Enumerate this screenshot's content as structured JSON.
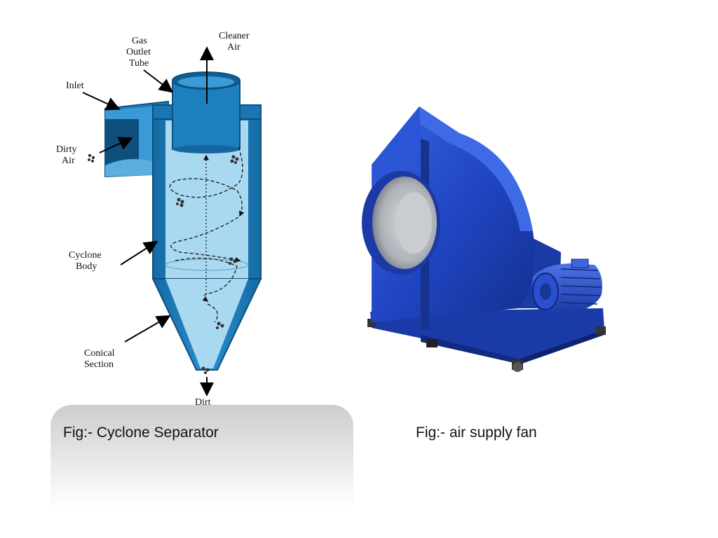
{
  "cyclone": {
    "labels": {
      "gas_outlet_1": "Gas",
      "gas_outlet_2": "Outlet",
      "gas_outlet_3": "Tube",
      "cleaner_1": "Cleaner",
      "cleaner_2": "Air",
      "inlet": "Inlet",
      "dirty_1": "Dirty",
      "dirty_2": "Air",
      "body_1": "Cyclone",
      "body_2": "Body",
      "conical_1": "Conical",
      "conical_2": "Section",
      "dirt": "Dirt"
    },
    "caption": "Fig:- Cyclone Separator"
  },
  "fan": {
    "caption": "Fig:- air supply fan"
  },
  "colors": {
    "body_blue": "#1e7fbf",
    "interior_blue": "#a9d8f1",
    "fan_blue": "#2046c4"
  }
}
